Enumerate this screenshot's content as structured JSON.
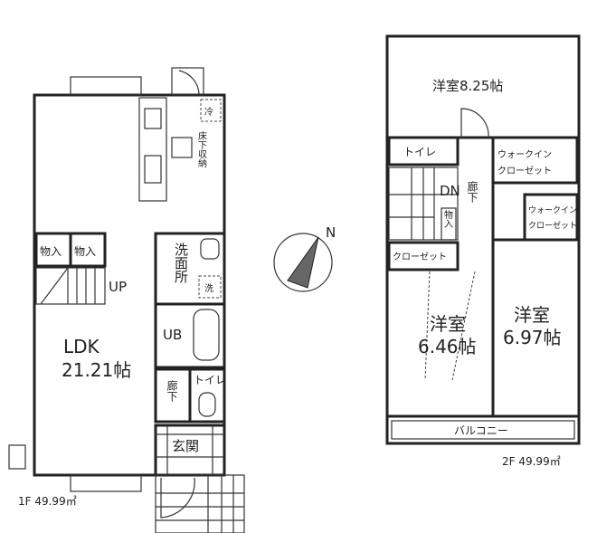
{
  "floor1": {
    "label": "1F  49.99㎡",
    "rooms": {
      "ldk_name": "LDK",
      "ldk_size": "21.21帖",
      "storage_a": "物入",
      "storage_b": "物入",
      "stairs": "UP",
      "washroom": "洗面所",
      "washer": "洗",
      "fridge": "冷",
      "underfloor": "床下収納",
      "bath": "UB",
      "hall": "廊下",
      "toilet": "トイレ",
      "entrance": "玄関"
    }
  },
  "floor2": {
    "label": "2F  49.99㎡",
    "rooms": {
      "western_a": "洋室8.25帖",
      "toilet": "トイレ",
      "wic_a_1": "ウォークイン",
      "wic_a_2": "クローゼット",
      "wic_b_1": "ウォークイン",
      "wic_b_2": "クローゼット",
      "stairs": "DN",
      "hall": "廊下",
      "storage": "物入",
      "closet": "クローゼット",
      "western_b_name": "洋室",
      "western_b_size": "6.46帖",
      "western_c_name": "洋室",
      "western_c_size": "6.97帖",
      "balcony": "バルコニー"
    }
  },
  "compass": {
    "north": "N",
    "icon": "north-arrow-icon"
  }
}
